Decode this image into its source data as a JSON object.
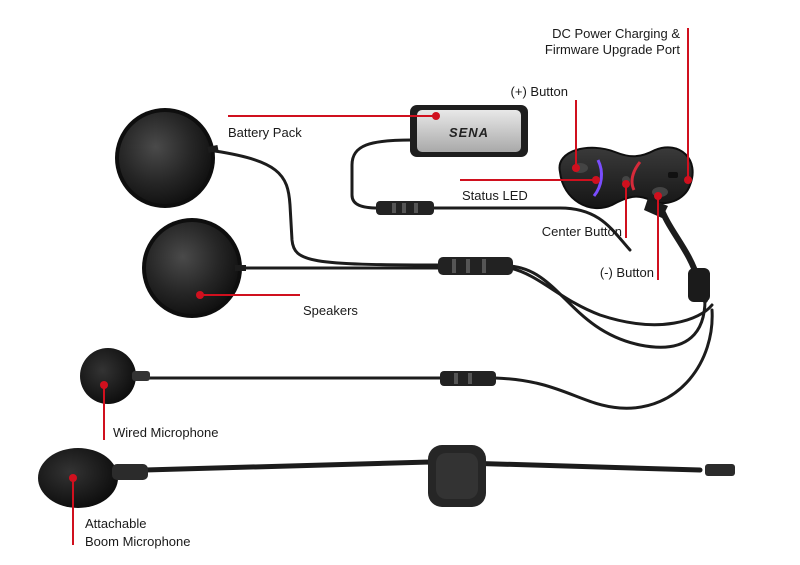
{
  "brand": {
    "battery_logo": "SENA"
  },
  "callouts": {
    "battery_pack": "Battery Pack",
    "speakers": "Speakers",
    "wired_microphone": "Wired Microphone",
    "boom_microphone_line1": "Attachable",
    "boom_microphone_line2": "Boom Microphone",
    "plus_button": "(+) Button",
    "dc_power_line1": "DC Power Charging &",
    "dc_power_line2": "Firmware Upgrade Port",
    "status_led": "Status LED",
    "center_button": "Center Button",
    "minus_button": "(-) Button"
  },
  "colors": {
    "callout_red": "#d0101e",
    "cable": "#1c1c1c",
    "device": "#2a2a2a",
    "battery_face": "#c8c8c8"
  }
}
